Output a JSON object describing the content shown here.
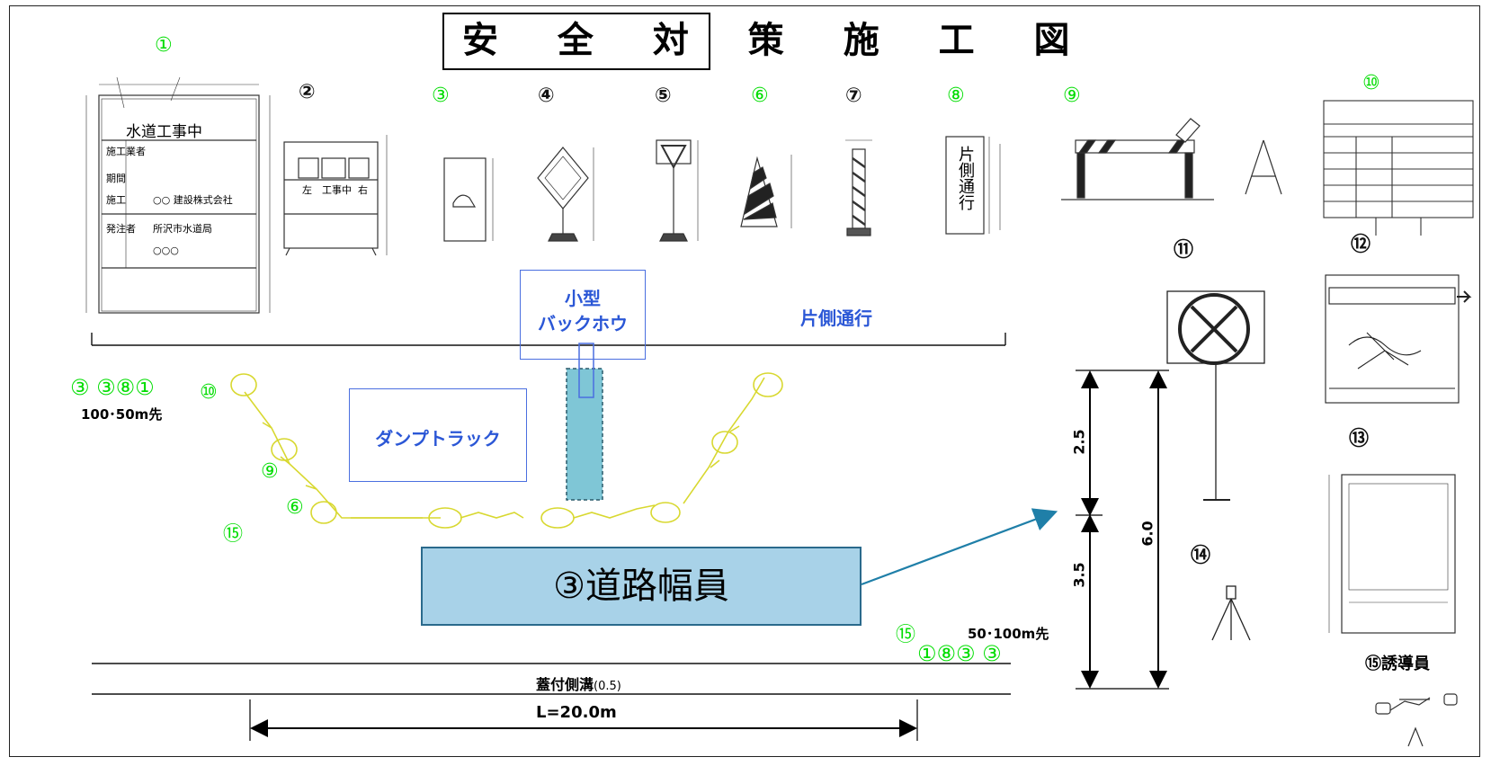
{
  "title": "安 全 対 策 施 工 図",
  "sign_numbers": [
    "①",
    "②",
    "③",
    "④",
    "⑤",
    "⑥",
    "⑦",
    "⑧",
    "⑨",
    "⑩",
    "⑪",
    "⑫",
    "⑬",
    "⑭",
    "⑮"
  ],
  "sign1": {
    "header": "水道工事中",
    "text_lines": [
      "施工業者",
      "期間",
      "施工",
      "○○ 建設株式会社",
      "発注者",
      "所沢市水道局",
      "○○○"
    ]
  },
  "sign2_text": [
    "左",
    "工事中",
    "右"
  ],
  "sign8_text": "片側通行",
  "plan": {
    "excavator_label": "小型\nバックホウ",
    "one_way_label": "片側通行",
    "dump_label": "ダンプトラック",
    "left_group": "③ ③⑧①",
    "left_distance": "100･50m先",
    "right_distance": "50･100m先",
    "right_group_top": "⑮",
    "right_group": "①⑧③ ③",
    "gutter_label": "蓋付側溝",
    "gutter_value": "(0.5)",
    "length_label": "L=20.0m",
    "callout": "③道路幅員"
  },
  "section": {
    "top": "2.5",
    "bottom": "3.5",
    "total": "6.0"
  },
  "guide_label": "⑮誘導員",
  "colors": {
    "green_number": "#00dd00",
    "blue_label": "#2b57d6",
    "callout_fill": "#a8d2e8",
    "arrow": "#1f7fa8",
    "cone_line": "#d8d830",
    "trench": "#7fc6d6"
  }
}
